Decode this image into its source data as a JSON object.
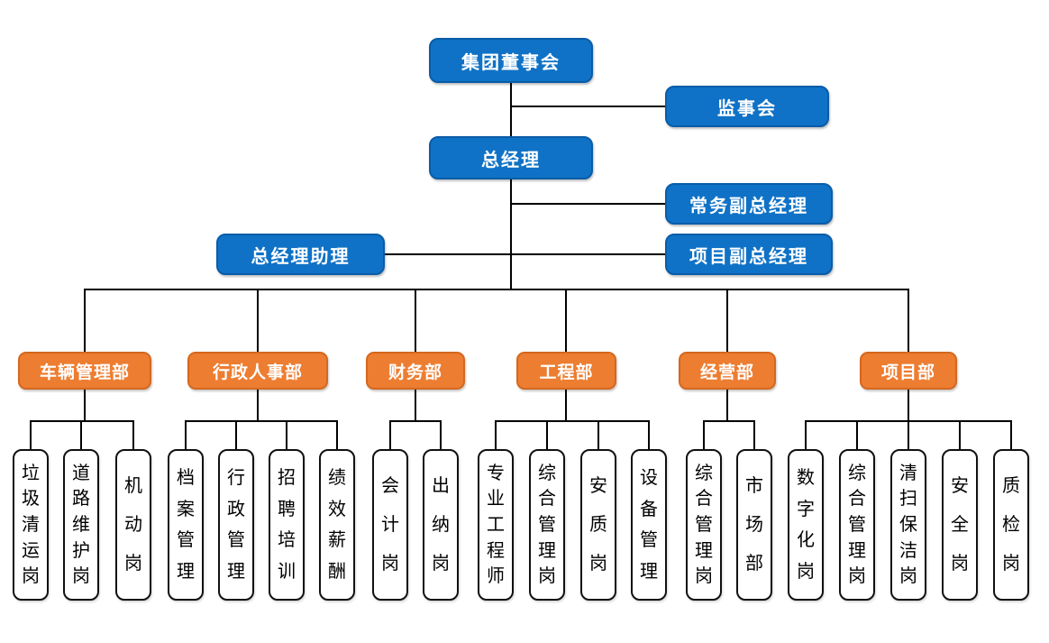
{
  "colors": {
    "node_blue_fill": "#0F72C6",
    "node_blue_border": "#0A5CA8",
    "node_orange_fill": "#ED7D31",
    "node_orange_border": "#D4681E",
    "child_fill": "#FFFFFF",
    "child_border": "#111111",
    "connector": "#000000"
  },
  "top": {
    "board": "集团董事会",
    "supervisory": "监事会",
    "general_manager": "总经理",
    "executive_deputy_gm": "常务副总经理",
    "gm_assistant": "总经理助理",
    "project_deputy_gm": "项目副总经理"
  },
  "departments": [
    {
      "label": "车辆管理部",
      "children": [
        "垃圾清运岗",
        "道路维护岗",
        "机动岗"
      ]
    },
    {
      "label": "行政人事部",
      "children": [
        "档案管理",
        "行政管理",
        "招聘培训",
        "绩效薪酬"
      ]
    },
    {
      "label": "财务部",
      "children": [
        "会计岗",
        "出纳岗"
      ]
    },
    {
      "label": "工程部",
      "children": [
        "专业工程师",
        "综合管理岗",
        "安质岗",
        "设备管理"
      ]
    },
    {
      "label": "经营部",
      "children": [
        "综合管理岗",
        "市场部"
      ]
    },
    {
      "label": "项目部",
      "children": [
        "数字化岗",
        "综合管理岗",
        "清扫保洁岗",
        "安全岗",
        "质检岗"
      ]
    }
  ]
}
